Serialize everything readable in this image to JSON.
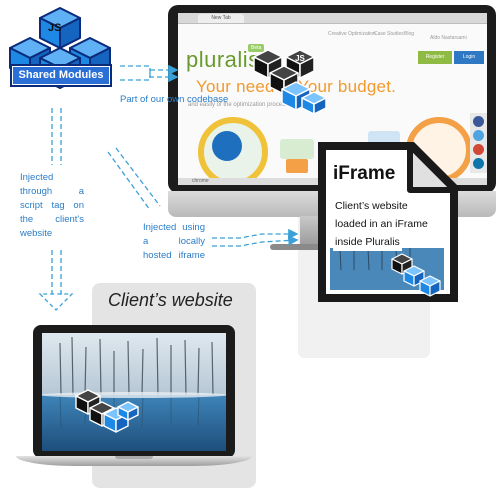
{
  "diagram": {
    "shared_modules": {
      "badge": "JS",
      "label": "Shared Modules"
    },
    "host_app": {
      "logo": "pluralis",
      "beta_badge": "Beta",
      "browser_tab": "New Tab",
      "nav": [
        "Creative Optimization",
        "Case Studies",
        "Blog"
      ],
      "user_name": "Aldo Nastarsami",
      "register_label": "Register",
      "login_label": "Login",
      "headline": "Your need    s. Your budget.",
      "subtext": "and easily          of the optimization process.",
      "taskbar_label": "chrome"
    },
    "annotations": {
      "codebase": "Part of our own codebase",
      "injected_script": "Injected through a script tag on the client's website",
      "injected_iframe": "Injected using a locally hosted iframe"
    },
    "iframe_doc": {
      "title": "iFrame",
      "lines": [
        "Client’s website",
        "loaded in an iFrame",
        "inside Pluralis"
      ]
    },
    "client": {
      "title": "Client’s website"
    },
    "colors": {
      "module_blue": "#1e88e5",
      "module_dark": "#0a2a7a",
      "arrow_blue": "#3aa0d8",
      "accent_orange": "#f29a2e",
      "brand_green": "#8fbb44"
    }
  }
}
